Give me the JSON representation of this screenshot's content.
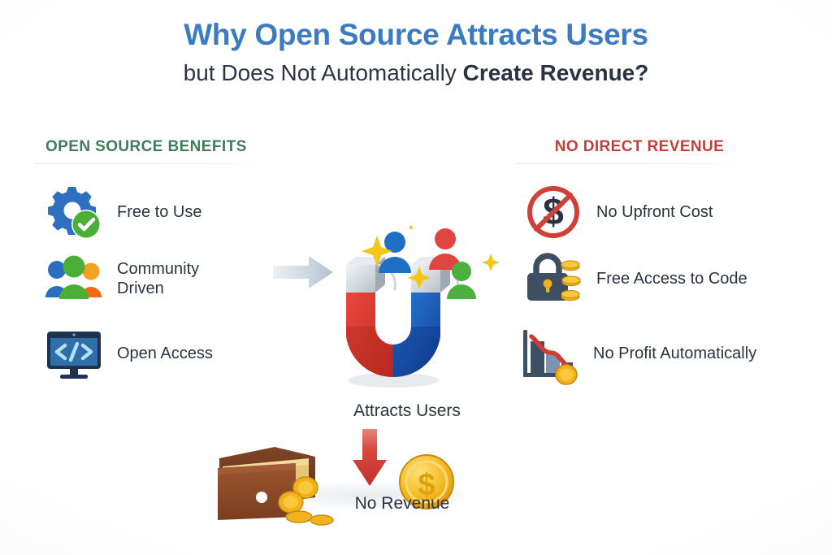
{
  "title": {
    "main": "Why Open Source Attracts Users",
    "sub_regular": "but Does Not Automatically ",
    "sub_bold": "Create Revenue?"
  },
  "columns": {
    "left": {
      "header": "OPEN SOURCE BENEFITS",
      "header_color": "#3f7c58",
      "items": [
        {
          "label": "Free to Use",
          "icon": "gear-check-icon"
        },
        {
          "label": "Community\nDriven",
          "icon": "people-group-icon"
        },
        {
          "label": "Open Access",
          "icon": "code-monitor-icon"
        }
      ]
    },
    "right": {
      "header": "NO DIRECT REVENUE",
      "header_color": "#c2403a",
      "items": [
        {
          "label": "No Upfront Cost",
          "icon": "no-dollar-icon"
        },
        {
          "label": "Free Access to Code",
          "icon": "lock-coins-icon"
        },
        {
          "label": "No Profit Automatically",
          "icon": "declining-chart-coin-icon"
        }
      ]
    }
  },
  "center": {
    "label": "Attracts Users",
    "icon": "magnet-icon",
    "arrow": "arrow-right-icon",
    "people_colors": [
      "#1f6fc4",
      "#e2443f",
      "#4caf3f"
    ],
    "sparkle_color": "#f5c518",
    "magnet_red": "#d8392f",
    "magnet_blue": "#1f63b8"
  },
  "bottom": {
    "label": "No Revenue",
    "wallet_icon": "wallet-coins-icon",
    "arrow_icon": "arrow-down-icon",
    "coin_icon": "dollar-coin-icon",
    "arrow_color": "#cf3b33",
    "coin_color": "#f2b21c",
    "wallet_color": "#8b4a28"
  },
  "theme": {
    "background": "#ffffff",
    "title_blue": "#3b7bc4",
    "text_dark": "#2b3340",
    "divider": "#e4e6e9"
  }
}
